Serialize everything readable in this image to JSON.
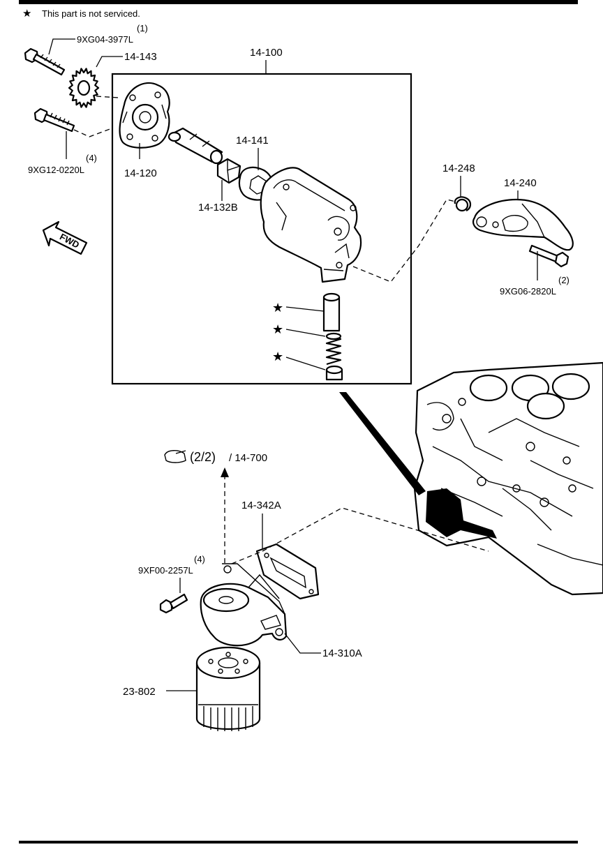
{
  "header": {
    "star_symbol": "★",
    "note": "This part is not serviced."
  },
  "labels": {
    "assembly": "14-100",
    "sprocket": "14-143",
    "sprocket_bolt": "9XG04-3977L",
    "sprocket_bolt_qty": "(1)",
    "pump_bolt": "9XG12-0220L",
    "pump_bolt_qty": "(4)",
    "cover": "14-120",
    "rotor_outer": "14-141",
    "rotor_inner": "14-132B",
    "clip": "14-248",
    "strainer": "14-240",
    "strainer_bolt": "9XG06-2820L",
    "strainer_bolt_qty": "(2)",
    "fwd": "FWD",
    "ref_page": "(2/2)",
    "ref_part": "/ 14-700",
    "gasket": "14-342A",
    "filter_bolt": "9XF00-2257L",
    "filter_bolt_qty": "(4)",
    "filter_body": "14-310A",
    "oil_filter": "23-802"
  },
  "icons": [
    "star-icon",
    "hand-pointer-icon",
    "fwd-arrow-icon"
  ],
  "colors": {
    "ink": "#000000",
    "paper": "#ffffff"
  }
}
